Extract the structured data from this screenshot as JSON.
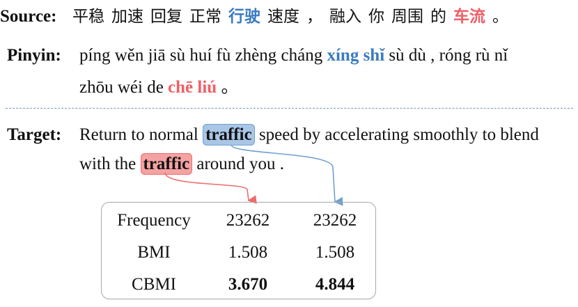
{
  "source": {
    "label": "Source:",
    "tokens": [
      "平稳",
      "加速",
      "回复",
      "正常",
      "行驶",
      "速度",
      "，",
      "融入",
      "你",
      "周围",
      "的",
      "车流",
      "。"
    ]
  },
  "pinyin": {
    "label": "Pinyin:",
    "line1_a": "píng wěn jiā sù huí fù zhèng cháng",
    "line1_hl": "xíng shǐ",
    "line1_b": "sù dù , róng rù nǐ",
    "line2_a": "zhōu wéi de",
    "line2_hl": "chē liú",
    "line2_b": "。"
  },
  "target": {
    "label": "Target:",
    "line1_a": "Return to normal",
    "line1_hl": "traffic",
    "line1_b": "speed by accelerating smoothly to blend",
    "line2_a": "with the",
    "line2_hl": "traffic",
    "line2_b": "around you ."
  },
  "stats": {
    "rows": [
      {
        "label": "Frequency",
        "v1": "23262",
        "v2": "23262"
      },
      {
        "label": "BMI",
        "v1": "1.508",
        "v2": "1.508"
      },
      {
        "label": "CBMI",
        "v1": "3.670",
        "v2": "4.844"
      }
    ]
  },
  "colors": {
    "blue_text": "#3a7bc0",
    "red_text": "#ef5f67",
    "blue_highlight": "#a9c6e6",
    "red_highlight": "#f5a2a2",
    "blue_arrow": "#6f9fd0",
    "red_arrow": "#ef6b6b",
    "divider": "#6f96c8"
  }
}
